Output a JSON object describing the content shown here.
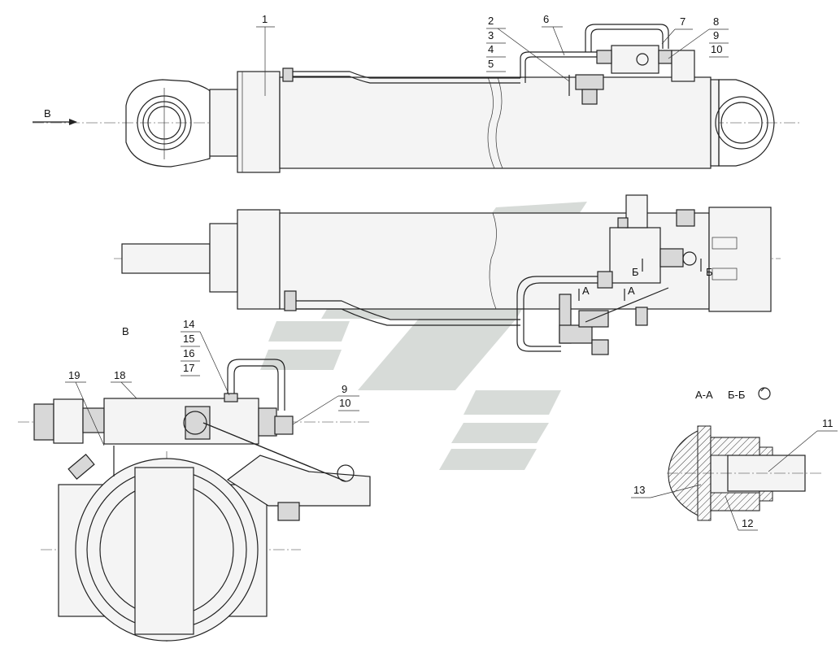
{
  "view_labels": {
    "arrow_b": "В",
    "view_b": "В",
    "section_aa": "А-А",
    "section_bb": "Б-Б",
    "section_mark_a1": "А",
    "section_mark_a2": "А",
    "section_mark_b1": "Б",
    "section_mark_b2": "Б"
  },
  "callouts": {
    "c1": "1",
    "c2": "2",
    "c3": "3",
    "c4": "4",
    "c5": "5",
    "c6": "6",
    "c7": "7",
    "c8": "8",
    "c9": "9",
    "c10": "10",
    "c9b": "9",
    "c10b": "10",
    "c11": "11",
    "c12": "12",
    "c13": "13",
    "c14": "14",
    "c15": "15",
    "c16": "16",
    "c17": "17",
    "c18": "18",
    "c19": "19"
  }
}
